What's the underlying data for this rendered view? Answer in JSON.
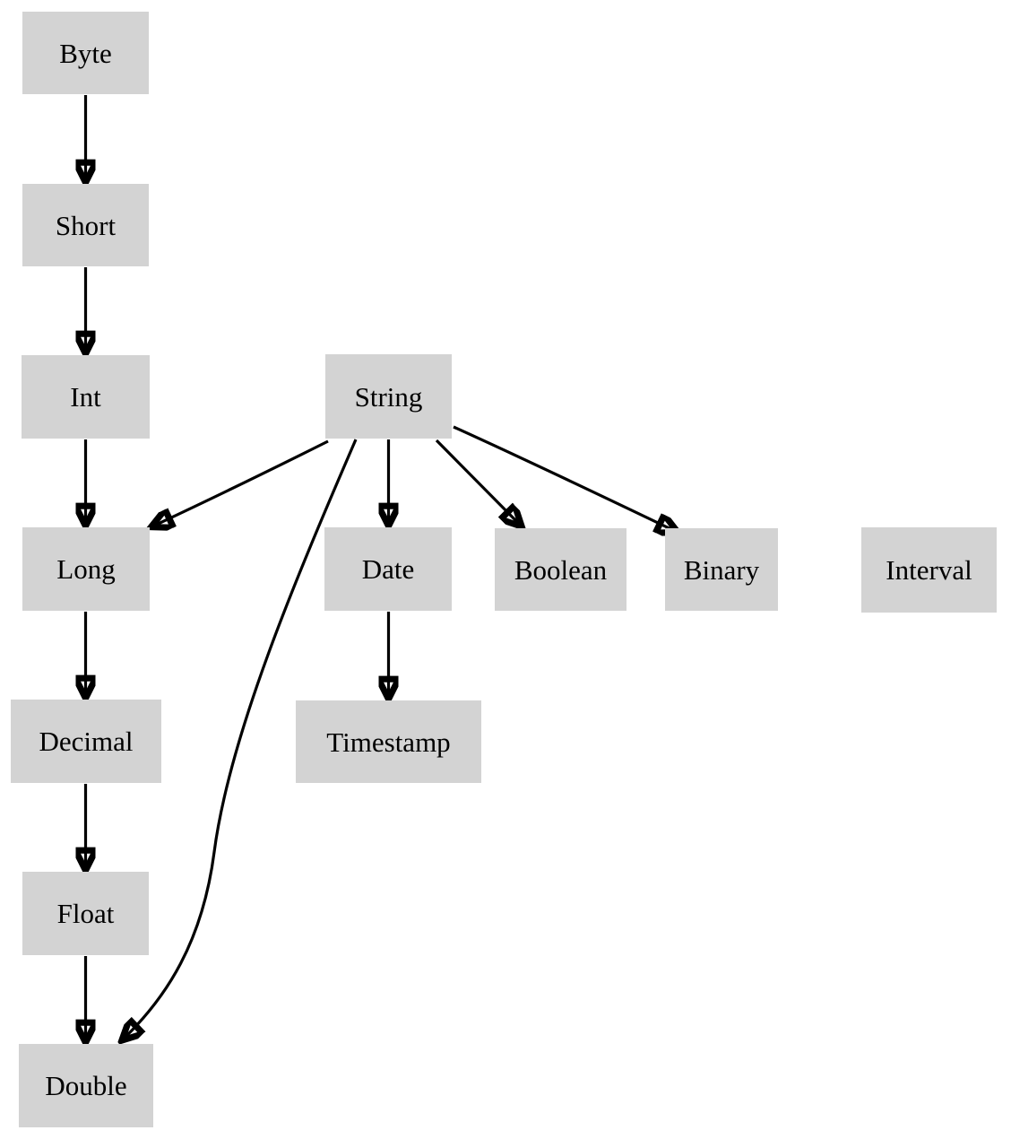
{
  "diagram": {
    "type": "directed-graph",
    "nodes": {
      "byte": {
        "label": "Byte"
      },
      "short": {
        "label": "Short"
      },
      "int": {
        "label": "Int"
      },
      "string": {
        "label": "String"
      },
      "long": {
        "label": "Long"
      },
      "date": {
        "label": "Date"
      },
      "boolean": {
        "label": "Boolean"
      },
      "binary": {
        "label": "Binary"
      },
      "interval": {
        "label": "Interval"
      },
      "decimal": {
        "label": "Decimal"
      },
      "timestamp": {
        "label": "Timestamp"
      },
      "float": {
        "label": "Float"
      },
      "double": {
        "label": "Double"
      }
    },
    "edges": [
      {
        "from": "Byte",
        "to": "Short"
      },
      {
        "from": "Short",
        "to": "Int"
      },
      {
        "from": "Int",
        "to": "Long"
      },
      {
        "from": "Long",
        "to": "Decimal"
      },
      {
        "from": "Decimal",
        "to": "Float"
      },
      {
        "from": "Float",
        "to": "Double"
      },
      {
        "from": "String",
        "to": "Long"
      },
      {
        "from": "String",
        "to": "Double"
      },
      {
        "from": "String",
        "to": "Date"
      },
      {
        "from": "String",
        "to": "Boolean"
      },
      {
        "from": "String",
        "to": "Binary"
      },
      {
        "from": "Date",
        "to": "Timestamp"
      }
    ],
    "colors": {
      "node_fill": "#d3d3d3",
      "edge": "#000000",
      "text": "#000000",
      "background": "#ffffff"
    }
  }
}
